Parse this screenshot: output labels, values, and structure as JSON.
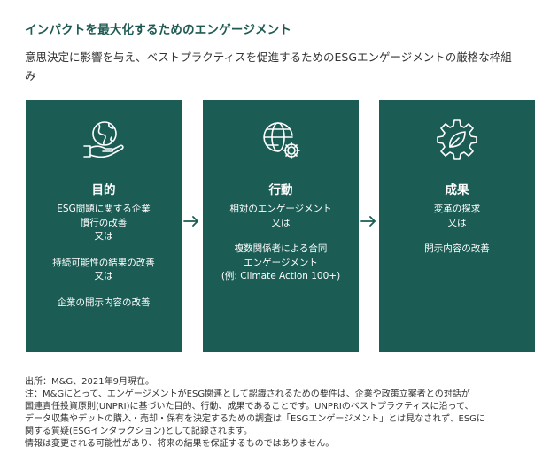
{
  "title": "インパクトを最大化するためのエンゲージメント",
  "subtitle": "意思決定に影響を与え、ベストプラクティスを促進するためのESGエンゲージメントの厳格な枠組み",
  "cards": [
    {
      "icon": "globe-hand-icon",
      "heading": "目的",
      "lines": [
        "ESG問題に関する企業",
        "慣行の改善",
        "又は",
        "",
        "持続可能性の結果の改善",
        "又は",
        "",
        "企業の開示内容の改善"
      ]
    },
    {
      "icon": "globe-gear-icon",
      "heading": "行動",
      "lines": [
        "相対のエンゲージメント",
        "又は",
        "",
        "複数関係者による合同",
        "エンゲージメント",
        "(例: Climate Action 100+)"
      ]
    },
    {
      "icon": "leaf-gear-icon",
      "heading": "成果",
      "lines": [
        "変革の探求",
        "又は",
        "",
        "開示内容の改善"
      ]
    }
  ],
  "notes": [
    "出所：M&G、2021年9月現在。",
    "注：M&Gにとって、エンゲージメントがESG関連として認識されるための要件は、企業や政策立案者との対話が",
    "国連責任投資原則(UNPRI)に基づいた目的、行動、成果であることです。UNPRIのベストプラクティスに沿って、",
    "データ収集やデットの購入・売却・保有を決定するための調査は「ESGエンゲージメント」とは見なされず、ESGに",
    "関する質疑(ESGインタラクション)として記録されます。",
    "情報は変更される可能性があり、将来の結果を保証するものではありません。"
  ],
  "colors": {
    "card_bg": "#1b5c55",
    "title": "#1f5a52",
    "arrow": "#1b5c55"
  }
}
